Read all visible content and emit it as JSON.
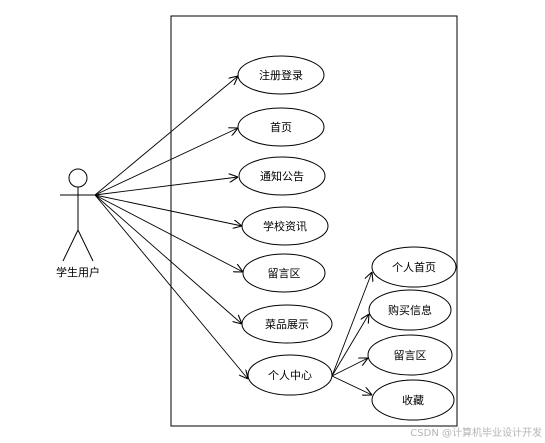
{
  "actor": {
    "label": "学生用户"
  },
  "use_cases": {
    "register_login": "注册登录",
    "home": "首页",
    "notice": "通知公告",
    "school_news": "学校资讯",
    "message_board": "留言区",
    "dish_display": "菜品展示",
    "personal_center": "个人中心"
  },
  "sub_use_cases": {
    "personal_home": "个人首页",
    "purchase_info": "购买信息",
    "message_board": "留言区",
    "favorites": "收藏"
  },
  "watermark": {
    "text": "CSDN @计算机毕业设计开发"
  }
}
